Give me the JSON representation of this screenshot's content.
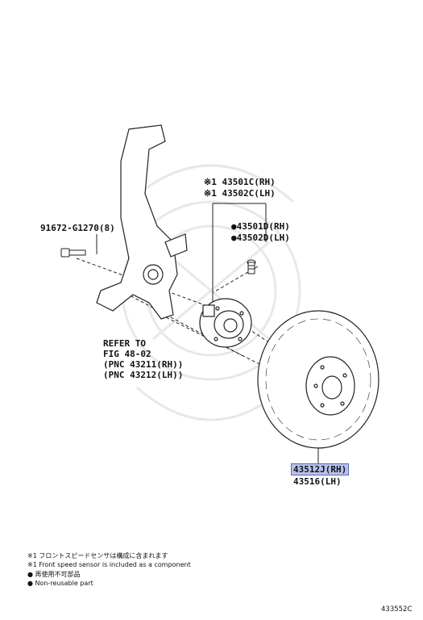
{
  "labels": {
    "bolt": "91672-G1270(8)",
    "hub_rh": "※1 43501C(RH)",
    "hub_lh": "※1 43502C(LH)",
    "stud_rh": "●43501D(RH)",
    "stud_lh": "●43502D(LH)",
    "refer": [
      "REFER TO",
      "FIG 48-02",
      "(PNC 43211(RH))",
      "(PNC 43212(LH))"
    ],
    "disc_rh": "43512J(RH)",
    "disc_lh": "43516(LH)"
  },
  "notes": [
    "※1 フロントスピードセンサは構成に含まれます",
    "※1 Front speed sensor is included as a component",
    "● 再使用不可部品",
    "● Non-reusable part"
  ],
  "figure_id": "433552C",
  "colors": {
    "line": "#222222",
    "highlight": "#b9c1ea",
    "highlight_border": "#5a68c8",
    "watermark": "#e6e6e6"
  }
}
